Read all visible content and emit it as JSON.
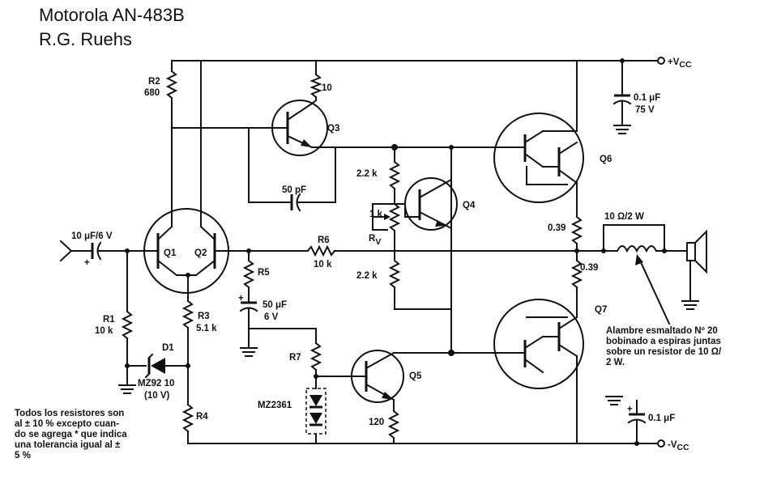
{
  "header": {
    "title": "Motorola AN-483B",
    "author": "R.G. Ruehs"
  },
  "labels": {
    "r2": "R2",
    "r2_value": "680",
    "q3_emitter_r": "10",
    "q3": "Q3",
    "c_comp": "50 pF",
    "q1": "Q1",
    "q2": "Q2",
    "c_input": "10 μF/6 V",
    "plus": "+",
    "r1": "R1",
    "r1_value": "10 k",
    "d1": "D1",
    "zener": "MZ92 10",
    "zener_v": "(10 V)",
    "r3": "R3",
    "r3_value": "5.1 k",
    "r4": "R4",
    "r5": "R5",
    "c_5": "50 μF",
    "c_5v": "6 V",
    "r7": "R7",
    "diodes": "MZ2361",
    "r_top": "2.2 k",
    "r_1k": "1 k",
    "rv": "R",
    "rv_sub": "V",
    "r6": "R6",
    "r6_value": "10 k",
    "r_bot": "2.2 k",
    "q4": "Q4",
    "q5": "Q5",
    "r_q5": "120",
    "q6": "Q6",
    "q7": "Q7",
    "r_q6": "0.39",
    "r_q7": "0.39",
    "c_top": "0.1 μF",
    "c_top_v": "75 V",
    "c_bot": "0.1 μF",
    "coil": "10 Ω/2 W",
    "vcc_pos": "+V",
    "vcc_pos_sub": "CC",
    "vcc_neg": "-V",
    "vcc_neg_sub": "CC"
  },
  "notes": {
    "tolerance": "Todos los resistores son\nal ± 10 % excepto cuan-\ndo se agrega * que indica\nuna tolerancia igual al ±\n5 %",
    "wire": "Alambre esmaltado Nº 20\nbobinado a espiras juntas\nsobre un resistor de 10 Ω/\n2 W."
  }
}
